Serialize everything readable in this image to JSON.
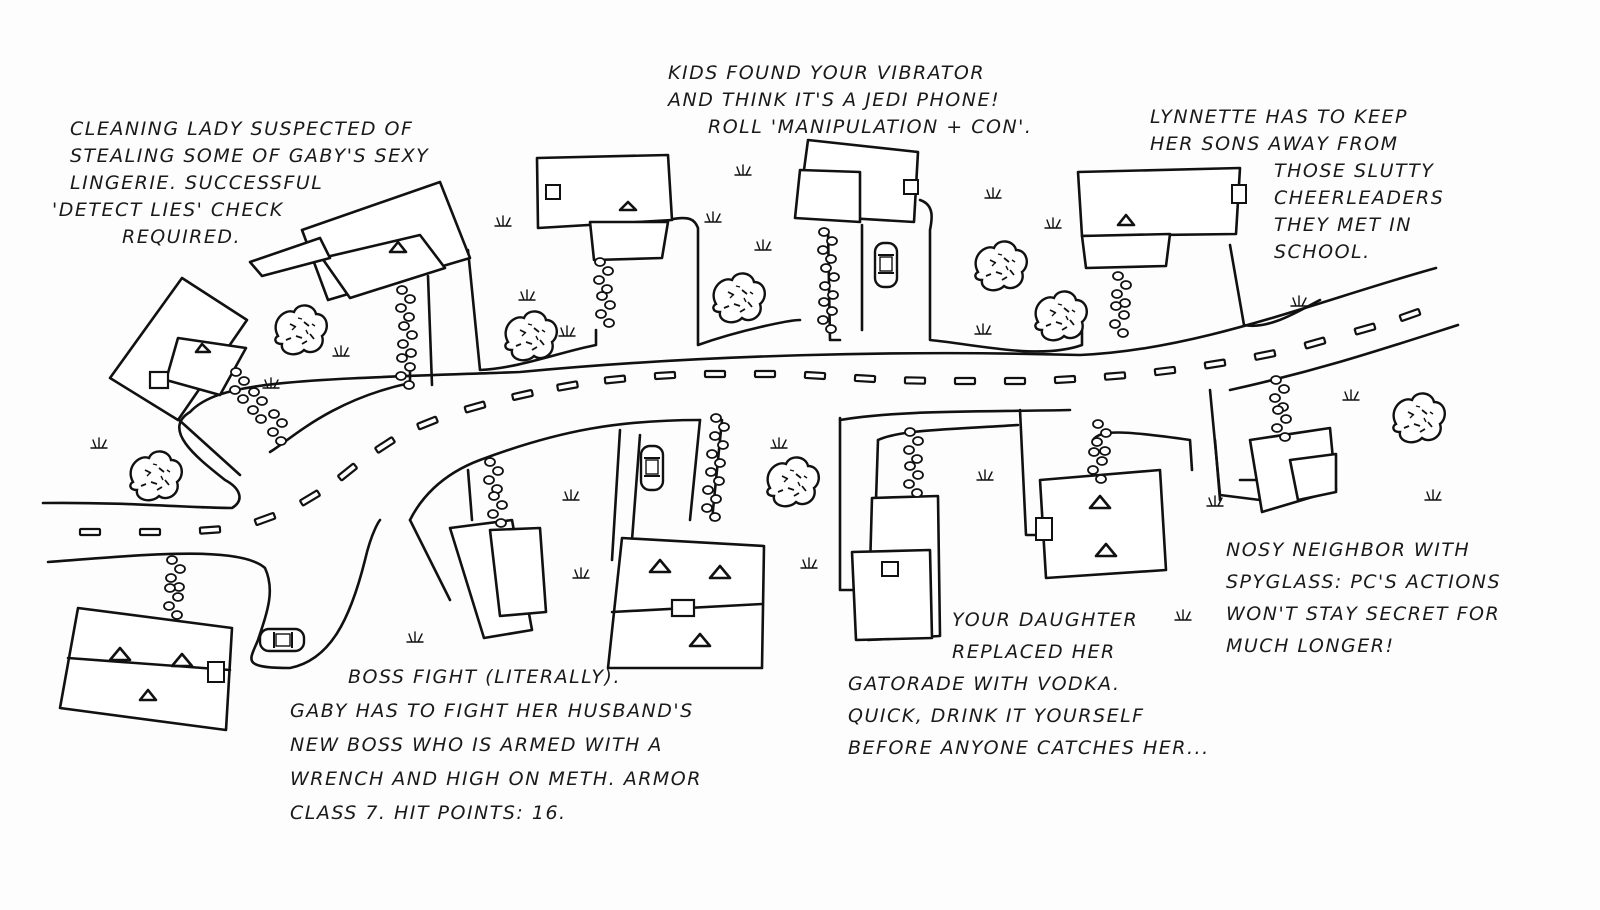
{
  "map": {
    "notes": [
      {
        "id": "cleaning-lady",
        "lines": [
          "Cleaning lady suspected of",
          "stealing some of Gaby's sexy",
          "lingerie. Successful",
          "'Detect Lies' check",
          "required."
        ]
      },
      {
        "id": "kids-vibrator",
        "lines": [
          "Kids found your vibrator",
          "and think it's a Jedi phone!",
          "Roll 'Manipulation + Con'."
        ]
      },
      {
        "id": "lynnette",
        "lines": [
          "Lynnette has to keep",
          "her sons away from",
          "those slutty",
          "cheerleaders",
          "they met in",
          "school."
        ]
      },
      {
        "id": "boss-fight",
        "lines": [
          "Boss Fight (literally).",
          "Gaby has to fight her husband's",
          "new boss who is armed with a",
          "wrench and high on meth. Armor",
          "Class 7. Hit Points: 16."
        ]
      },
      {
        "id": "daughter-vodka",
        "lines": [
          "Your daughter",
          "replaced her",
          "Gatorade with vodka.",
          "Quick, drink it yourself",
          "before anyone catches her..."
        ]
      },
      {
        "id": "nosy-neighbor",
        "lines": [
          "Nosy neighbor with",
          "spyglass: PC's actions",
          "won't stay secret for",
          "much longer!"
        ]
      }
    ]
  }
}
